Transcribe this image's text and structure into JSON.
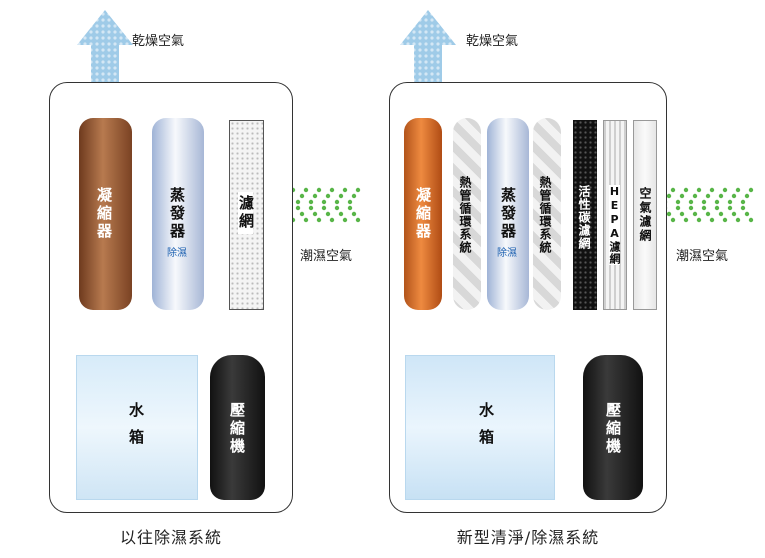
{
  "left": {
    "exhaust_label": "乾燥空氣",
    "intake_label": "潮濕空氣",
    "condenser": "凝縮器",
    "evaporator": "蒸發器",
    "evaporator_sub": "除濕",
    "filter": "濾網",
    "tank": "水箱",
    "compressor": "壓縮機",
    "caption": "以往除濕系統"
  },
  "right": {
    "exhaust_label": "乾燥空氣",
    "intake_label": "潮濕空氣",
    "condenser": "凝縮器",
    "heat_pipe_left": "熱管循環系統",
    "evaporator": "蒸發器",
    "evaporator_sub": "除濕",
    "heat_pipe_right": "熱管循環系統",
    "carbon_filter": "活性碳濾網",
    "hepa_filter": "HEPA濾網",
    "air_filter": "空氣濾網",
    "tank": "水箱",
    "compressor": "壓縮機",
    "caption": "新型清淨/除濕系統"
  },
  "colors": {
    "condenser_left": "#9a5a35",
    "condenser_right": "#d2691e",
    "arrow_blue": "#7fb9e0",
    "intake_green": "#58b548",
    "pipe_gold": "#d9b36a",
    "tank_blue": "#cde6f7",
    "circulation_red": "#e06a5a"
  }
}
